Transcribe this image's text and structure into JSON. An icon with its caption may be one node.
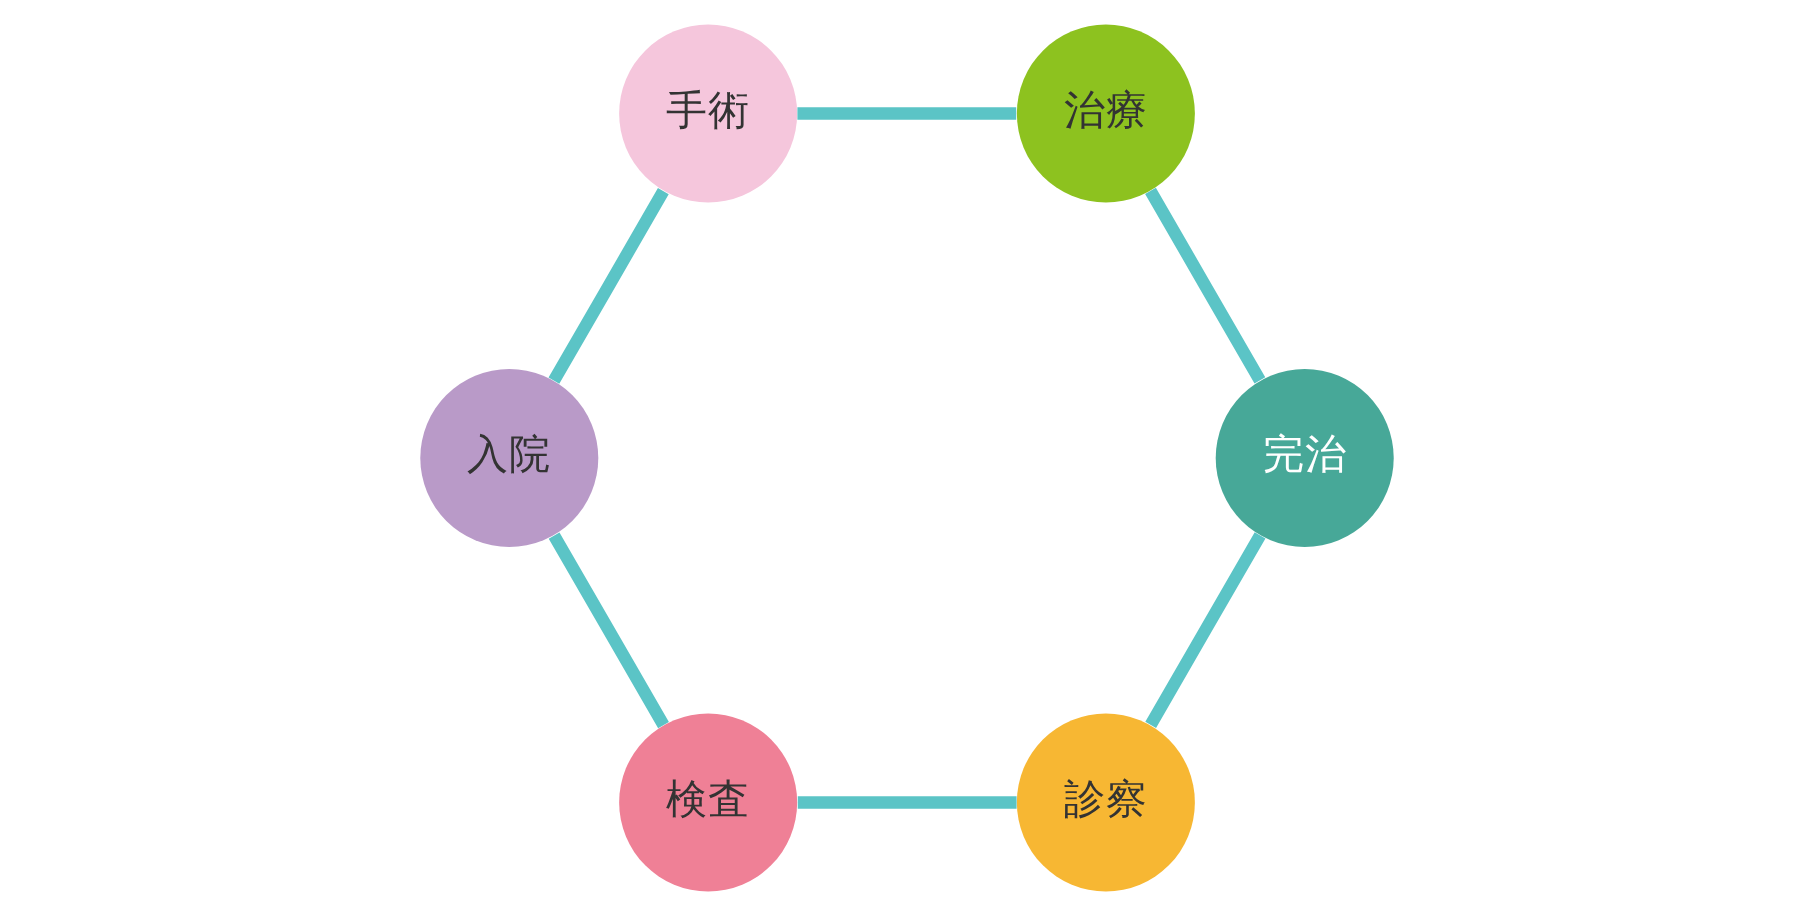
{
  "diagram": {
    "nodes": [
      {
        "text": [
          "診察"
        ]
      },
      {
        "text": [
          "検査"
        ]
      },
      {
        "text": [
          "入院"
        ]
      },
      {
        "text": [
          "手術"
        ]
      },
      {
        "text": [
          "治療"
        ]
      },
      {
        "text": [
          "完治"
        ]
      }
    ],
    "edges": [
      {
        "from": 0,
        "to": 1,
        "arrow": "none"
      },
      {
        "from": 1,
        "to": 2,
        "arrow": "none"
      },
      {
        "from": 2,
        "to": 3,
        "arrow": "none"
      },
      {
        "from": 3,
        "to": 4,
        "arrow": "none"
      },
      {
        "from": 4,
        "to": 5,
        "arrow": "none"
      },
      {
        "from": 5,
        "to": 0,
        "arrow": "none"
      }
    ]
  }
}
